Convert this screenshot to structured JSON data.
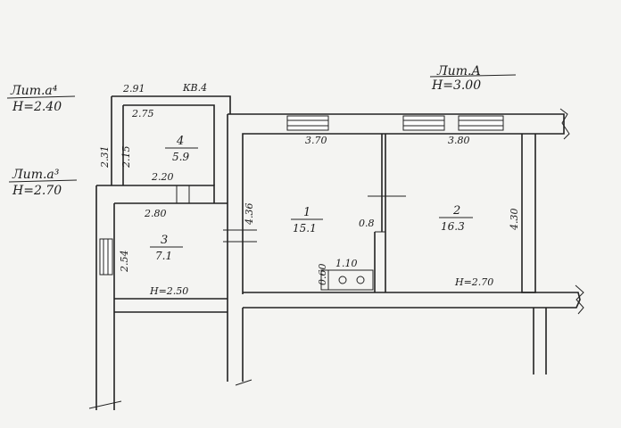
{
  "header": {
    "apartment": "КВ.4",
    "main_liter": {
      "label": "Лит.А",
      "height": "H=3.00"
    },
    "liter_a4": {
      "label": "Лит.а⁴",
      "height": "H=2.40"
    },
    "liter_a3": {
      "label": "Лит.а³",
      "height": "H=2.70"
    }
  },
  "rooms": [
    {
      "number": "1",
      "area": "15.1"
    },
    {
      "number": "2",
      "area": "16.3"
    },
    {
      "number": "3",
      "area": "7.1"
    },
    {
      "number": "4",
      "area": "5.9"
    }
  ],
  "dimensions": {
    "r4_top": "2.91",
    "r4_inner": "2.75",
    "r4_side_outer": "2.31",
    "r4_side_inner": "2.15",
    "r4_bottom": "2.20",
    "r3_top": "2.80",
    "r3_side": "2.54",
    "r3_height": "H=2.50",
    "r1_width": "3.70",
    "r2_width": "3.80",
    "r1_depth": "4.36",
    "r2_depth": "4.30",
    "r2_height": "H=2.70",
    "stove_width": "1.10",
    "stove_depth": "0.60",
    "nook": "0.8"
  }
}
